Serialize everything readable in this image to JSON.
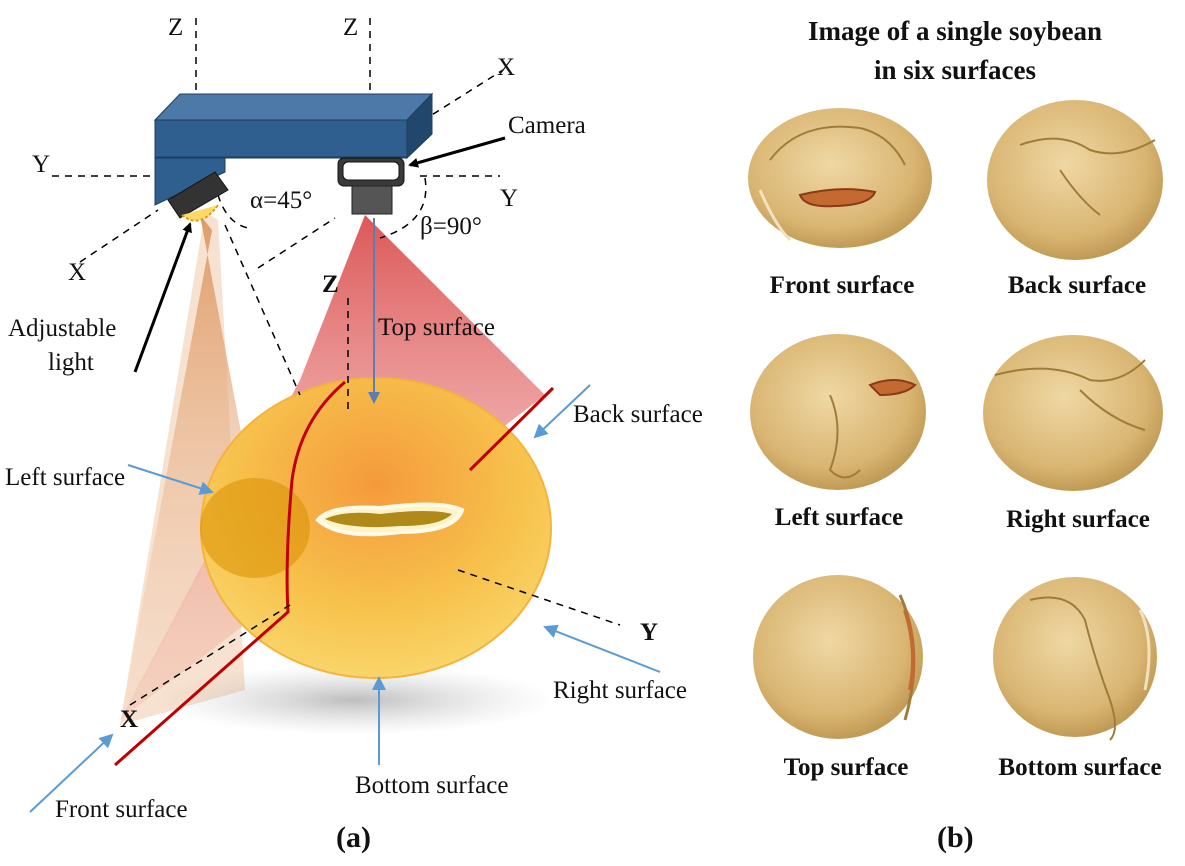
{
  "panel_a": {
    "axes": {
      "z_left": "Z",
      "z_right": "Z",
      "x_top": "X",
      "y_left": "Y",
      "y_right": "Y",
      "x_left": "X",
      "z_bold": "Z",
      "x_bold": "X",
      "y_bold": "Y"
    },
    "camera_label": "Camera",
    "angle_alpha": "α=45°",
    "angle_beta": "β=90°",
    "light_label_line1": "Adjustable",
    "light_label_line2": "light",
    "surfaces": {
      "top": "Top surface",
      "back": "Back surface",
      "left": "Left surface",
      "right": "Right surface",
      "bottom": "Bottom surface",
      "front": "Front surface"
    },
    "caption": "(a)"
  },
  "panel_b": {
    "title_line1": "Image of a single soybean",
    "title_line2": "in six surfaces",
    "images": [
      {
        "label": "Front surface",
        "icon": "soybean-front-photo"
      },
      {
        "label": "Back surface",
        "icon": "soybean-back-photo"
      },
      {
        "label": "Left surface",
        "icon": "soybean-left-photo"
      },
      {
        "label": "Right surface",
        "icon": "soybean-right-photo"
      },
      {
        "label": "Top surface",
        "icon": "soybean-top-photo"
      },
      {
        "label": "Bottom surface",
        "icon": "soybean-bottom-photo"
      }
    ],
    "caption": "(b)"
  },
  "colors": {
    "device": "#2f5f8f",
    "red_beam": "#d9433f",
    "orange_beam": "#d9823a",
    "bean_yellow": "#f7c54a",
    "seam_red": "#c00000",
    "arrow_blue": "#5b9bd5",
    "soybean_photo": "#e2c07e"
  }
}
